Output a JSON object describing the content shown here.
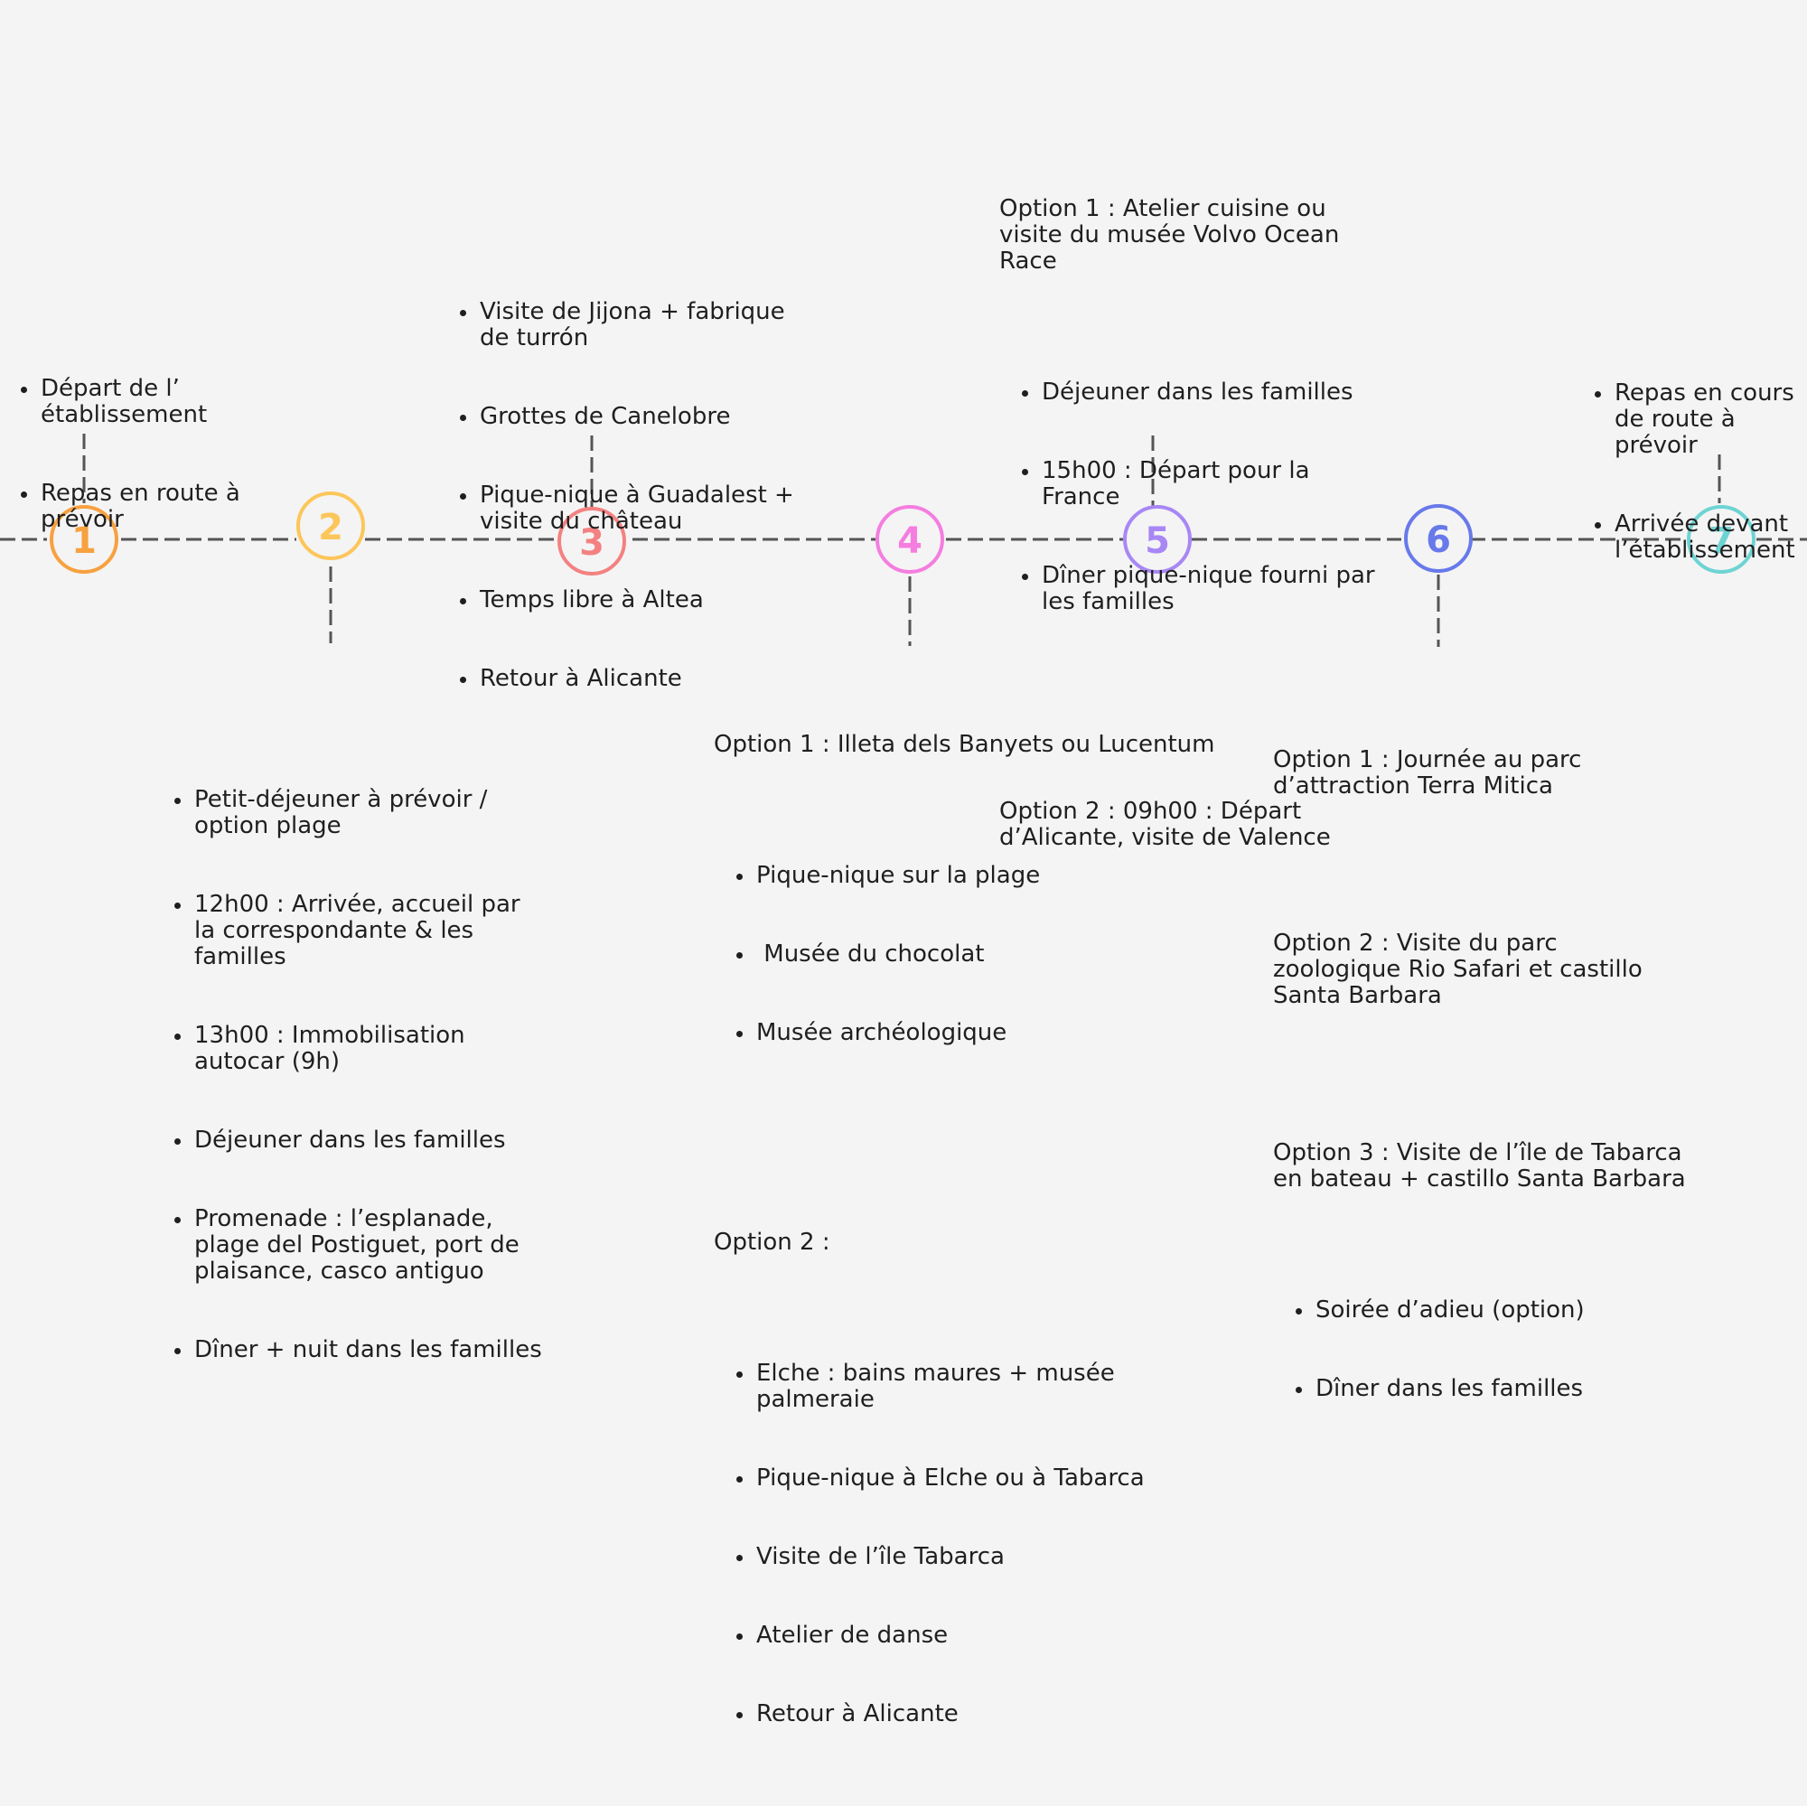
{
  "colors": {
    "background": "#f4f4f4",
    "line": "#555555",
    "text": "#1f1f1f",
    "step_1": "#f7a13f",
    "step_2": "#fcc65a",
    "step_3": "#f48181",
    "step_4": "#f57de0",
    "step_5": "#a887f5",
    "step_6": "#6879ea",
    "step_7": "#6ed3d3"
  },
  "steps": [
    {
      "number": "1",
      "color": "#f7a13f"
    },
    {
      "number": "2",
      "color": "#fcc65a"
    },
    {
      "number": "3",
      "color": "#f48181"
    },
    {
      "number": "4",
      "color": "#f57de0"
    },
    {
      "number": "5",
      "color": "#a887f5"
    },
    {
      "number": "6",
      "color": "#6879ea"
    },
    {
      "number": "7",
      "color": "#6ed3d3"
    }
  ],
  "day1": {
    "items": [
      "Départ de l’ établissement",
      "Repas en route à prévoir"
    ]
  },
  "day2": {
    "items": [
      "Petit-déjeuner à prévoir / option plage",
      "12h00 : Arrivée, accueil par la correspondante & les familles",
      "13h00 : Immobilisation autocar (9h)",
      "Déjeuner dans les familles",
      "Promenade : l’esplanade, plage del Postiguet, port de plaisance, casco antiguo",
      "Dîner + nuit dans les familles"
    ]
  },
  "day3": {
    "items": [
      "Visite de Jijona + fabrique de turrón",
      "Grottes de Canelobre",
      "Pique-nique à Guadalest + visite du château",
      "Temps libre à Altea",
      "Retour à Alicante"
    ]
  },
  "day4": {
    "option1": "Option 1 : Illeta dels Banyets ou Lucentum",
    "option1_items": [
      "Pique-nique sur la plage",
      " Musée du chocolat",
      "Musée archéologique"
    ],
    "option2": "Option 2 :",
    "option2_items": [
      "Elche : bains maures + musée palmeraie",
      "Pique-nique à Elche ou à Tabarca",
      "Visite de l’île Tabarca",
      "Atelier de danse",
      "Retour à Alicante"
    ]
  },
  "day5": {
    "option1": "Option 1 : Atelier cuisine ou visite du musée Volvo Ocean Race",
    "option1_items": [
      "Déjeuner dans les familles",
      "15h00 : Départ pour la France",
      "Dîner pique-nique fourni par les familles"
    ],
    "option2": "Option 2 : 09h00 : Départ d’Alicante, visite de Valence"
  },
  "day6": {
    "option1": "Option 1 : Journée au parc d’attraction Terra Mitica",
    "option2": "Option 2 : Visite du parc zoologique Rio Safari et castillo Santa Barbara",
    "option3": "Option 3 : Visite de l’île de Tabarca en bateau + castillo Santa Barbara",
    "items": [
      "Soirée d’adieu (option)",
      "Dîner dans les familles"
    ]
  },
  "day7": {
    "items": [
      "Repas en cours de route à prévoir",
      "Arrivée devant l’établissement"
    ]
  }
}
